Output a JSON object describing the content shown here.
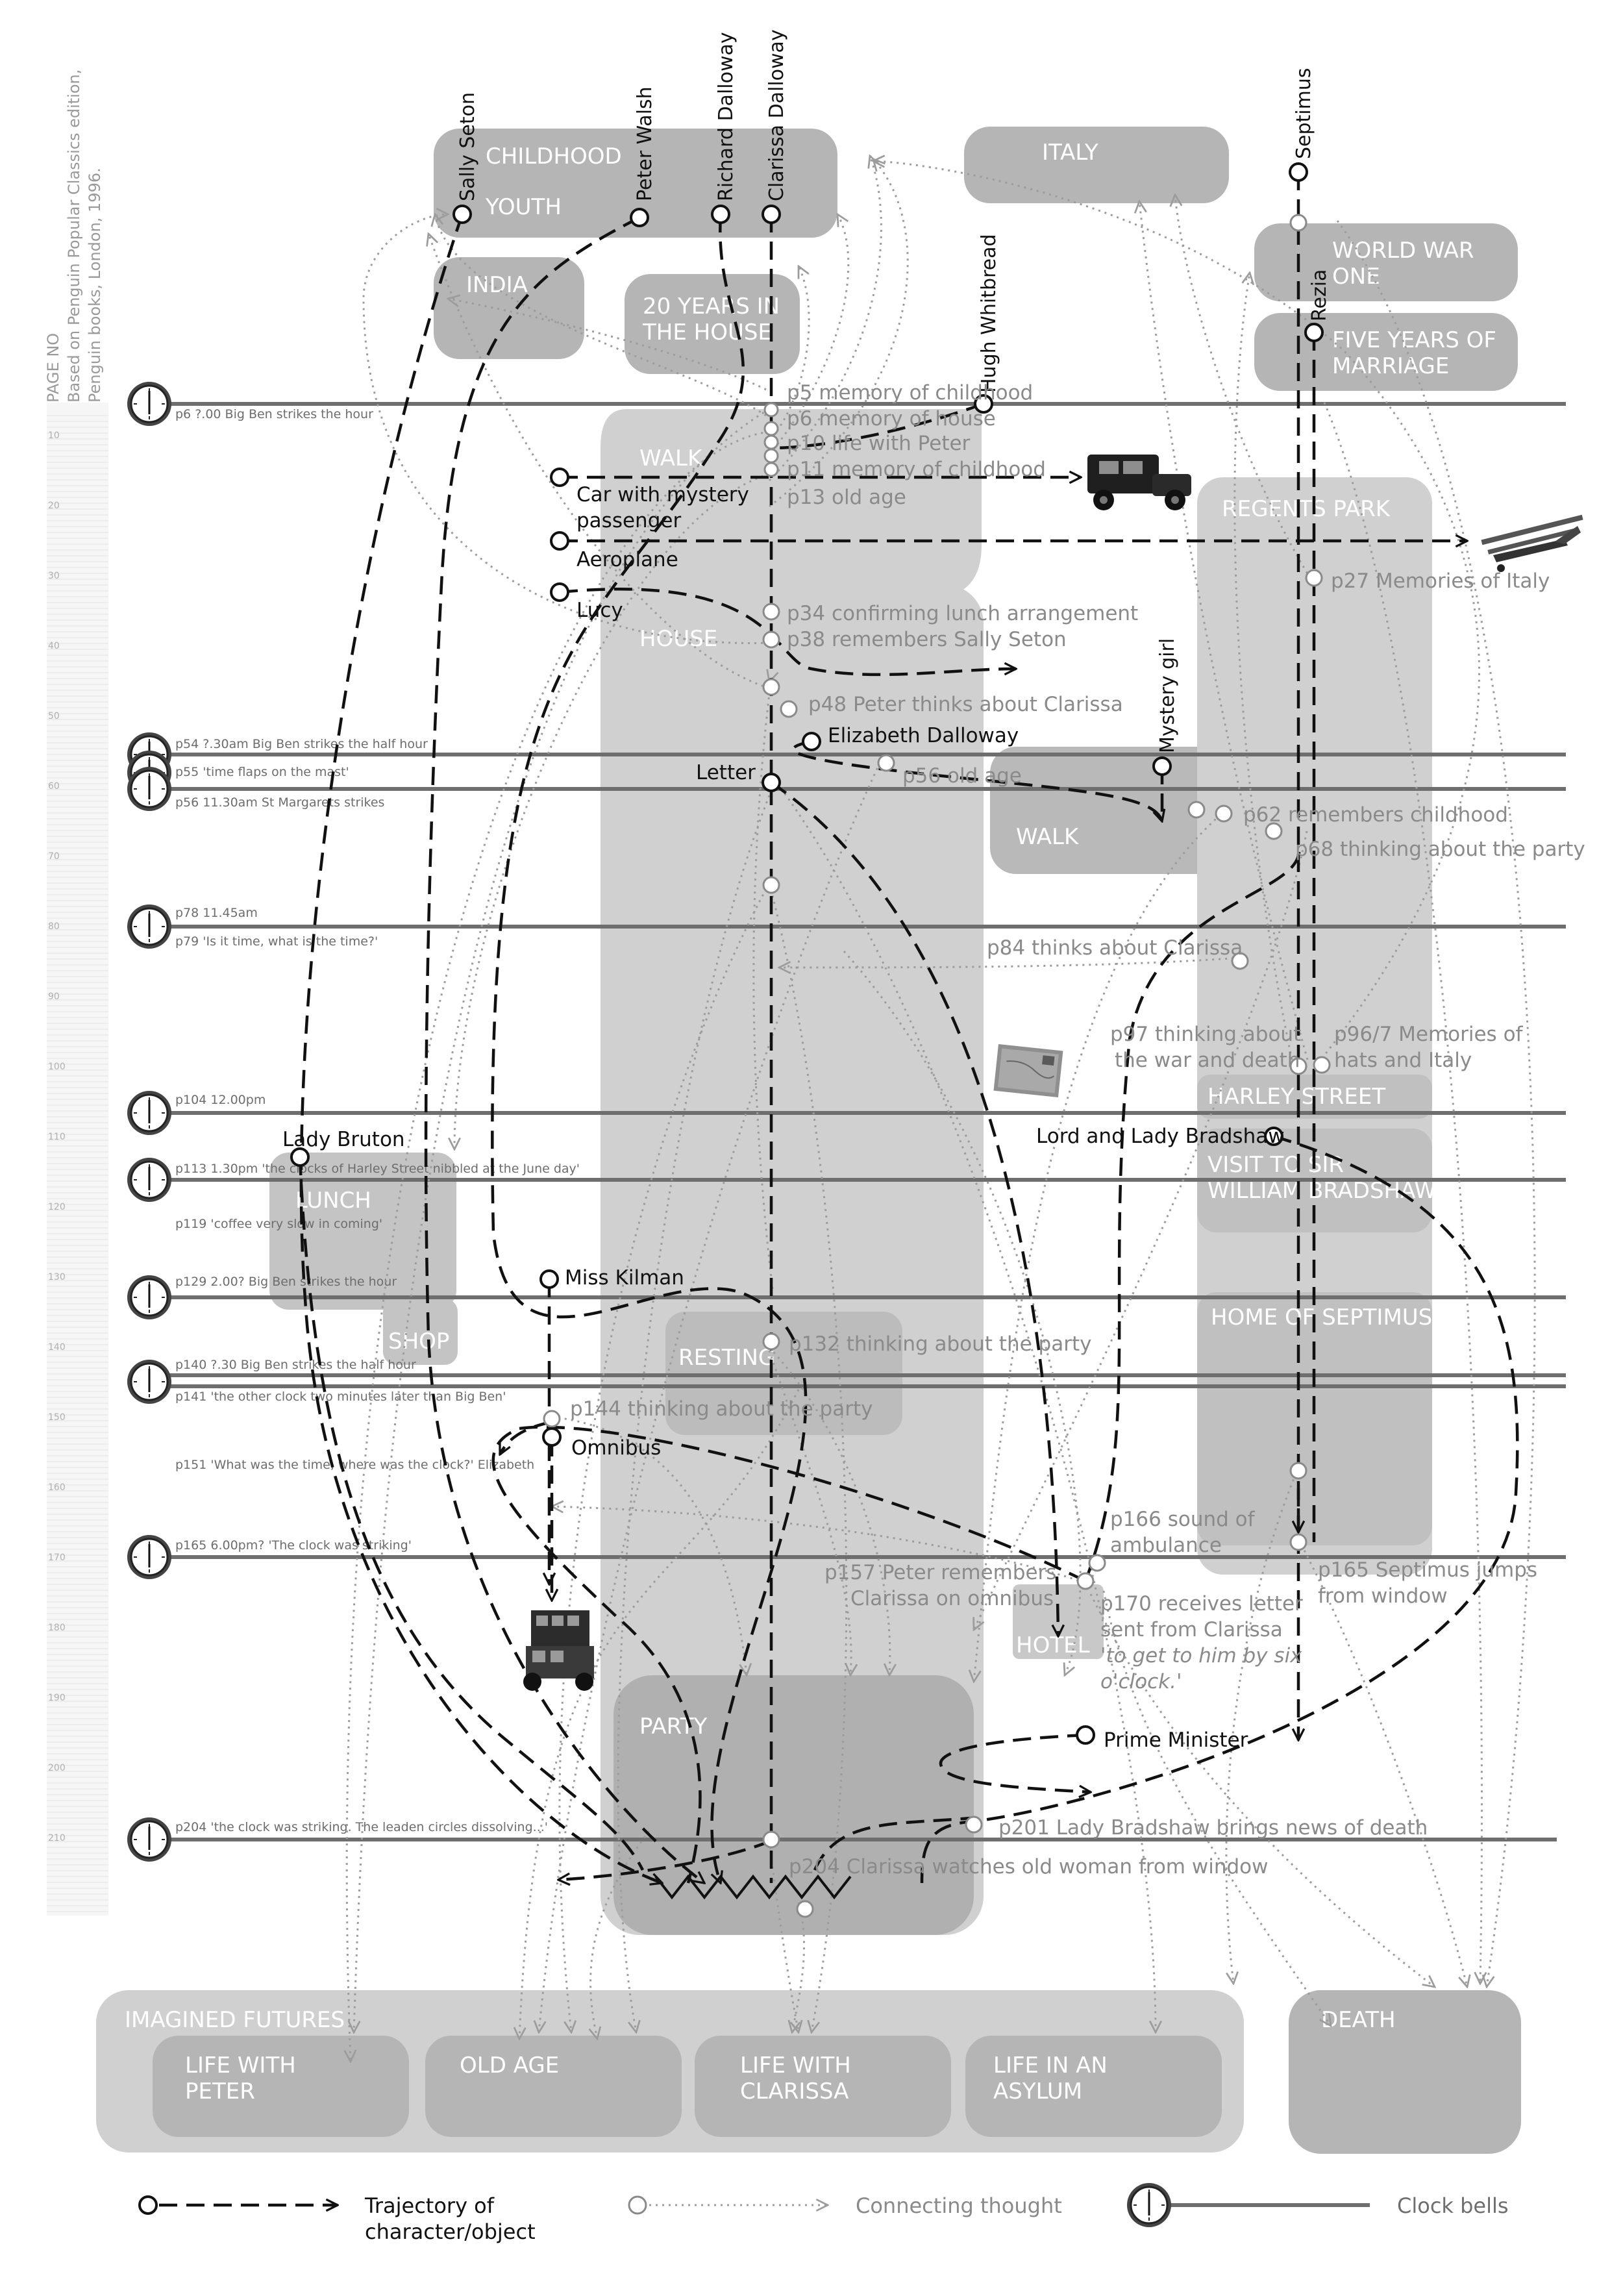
{
  "source": {
    "heading": "PAGE NO",
    "line1": "Based on Penguin Popular Classics edition,",
    "line2": "Penguin books, London, 1996."
  },
  "colors": {
    "region_dark": "#b5b5b5",
    "region_light": "#cfcfcf",
    "clock_line": "#6e6e6e",
    "trajectory": "#111111",
    "thought": "#9c9c9c"
  },
  "icons": [
    "clock-icon",
    "car-icon",
    "aeroplane-icon",
    "letter-icon",
    "omnibus-icon"
  ],
  "page_scale": [
    "10",
    "20",
    "30",
    "40",
    "50",
    "60",
    "70",
    "80",
    "90",
    "100",
    "110",
    "120",
    "130",
    "140",
    "150",
    "160",
    "170",
    "180",
    "190",
    "200",
    "210"
  ],
  "regions": {
    "childhood": "CHILDHOOD",
    "youth": "YOUTH",
    "india": "INDIA",
    "twenty_years": [
      "20 YEARS IN",
      "THE HOUSE"
    ],
    "italy": "ITALY",
    "world_war": [
      "WORLD WAR",
      "ONE"
    ],
    "marriage": [
      "FIVE YEARS OF",
      "MARRIAGE"
    ],
    "walk_top": "WALK",
    "regents_park": "REGENTS PARK",
    "house": "HOUSE",
    "walk_mid": "WALK",
    "harley_street": "HARLEY STREET",
    "visit": [
      "VISIT TO SIR",
      "WILLIAM BRADSHAW"
    ],
    "lunch": "LUNCH",
    "shop": "SHOP",
    "resting": "RESTING",
    "home_septimus": "HOME OF SEPTIMUS",
    "hotel": "HOTEL",
    "party": "PARTY",
    "imagined_futures": "IMAGINED FUTURES",
    "life_with_peter": [
      "LIFE WITH",
      "PETER"
    ],
    "old_age": "OLD AGE",
    "life_with_clarissa": [
      "LIFE WITH",
      "CLARISSA"
    ],
    "life_in_asylum": [
      "LIFE IN AN",
      "ASYLUM"
    ],
    "death": "DEATH"
  },
  "characters": {
    "sally": "Sally Seton",
    "peter": "Peter Walsh",
    "richard": "Richard Dalloway",
    "clarissa": "Clarissa Dalloway",
    "hugh": "Hugh Whitbread",
    "septimus": "Septimus",
    "rezia": "Rezia",
    "mystery_girl": "Mystery girl"
  },
  "entities": {
    "car": [
      "Car with mystery",
      "passenger"
    ],
    "aeroplane": "Aeroplane",
    "lucy": "Lucy",
    "elizabeth": "Elizabeth Dalloway",
    "letter": "Letter",
    "lady_bruton": "Lady Bruton",
    "bradshaws": "Lord and Lady Bradshaw",
    "miss_kilman": "Miss Kilman",
    "omnibus": "Omnibus",
    "prime_minister": "Prime Minister"
  },
  "events": {
    "p5": "p5 memory of childhood",
    "p6": "p6 memory of house",
    "p10": "p10 life with Peter",
    "p11": "p11 memory of childhood",
    "p13": "p13 old age",
    "p27": "p27 Memories of Italy",
    "p34": "p34 confirming lunch arrangement",
    "p38": "p38 remembers Sally Seton",
    "p48": "p48 Peter thinks about Clarissa",
    "p56": "p56 old age",
    "p62": "p62 remembers childhood",
    "p68": "p68 thinking about the party",
    "p84": "p84 thinks about Clarissa",
    "p97": [
      "p97 thinking about",
      "the war and death"
    ],
    "p96": [
      "p96/7 Memories of",
      "hats and Italy"
    ],
    "p132": "p132 thinking about the party",
    "p144": "p144 thinking about the party",
    "p166": [
      "p166 sound of",
      "ambulance"
    ],
    "p165s": [
      "p165 Septimus jumps",
      "from window"
    ],
    "p157": [
      "p157 Peter remembers",
      "Clarissa on omnibus"
    ],
    "p170": [
      "p170 receives letter",
      "sent from Clarissa"
    ],
    "p170q": [
      "'to get to him by six",
      "o'clock.'"
    ],
    "p201": "p201 Lady Bradshaw brings news of death",
    "p204": "p204 Clarissa watches old woman from window"
  },
  "clocks": {
    "c1": "p6 ?.00 Big Ben strikes the hour",
    "c2": "p54 ?.30am Big Ben strikes the half hour",
    "c3": "p55 'time flaps on the mast'",
    "c4": "p56 11.30am St Margarets strikes",
    "c5": "p78 11.45am",
    "c6": "p79 'Is it time, what is the time?'",
    "c7": "p104 12.00pm",
    "c8": "p113 1.30pm 'the clocks of Harley Street nibbled at the June day'",
    "c9": "p119 'coffee very slow in coming'",
    "c10": "p129 2.00? Big Ben strikes the hour",
    "c11": "p140 ?.30 Big Ben strikes the half hour",
    "c12": "p141 'the other clock two minutes later than Big Ben'",
    "c13": "p151 'What was the time, where was the clock?' Elizabeth",
    "c14": "p165 6.00pm? 'The clock was striking'",
    "c15": "p204 'the clock was striking. The leaden circles dissolving...'"
  },
  "legend": {
    "trajectory": [
      "Trajectory of",
      "character/object"
    ],
    "thought": "Connecting thought",
    "clock": "Clock bells"
  }
}
